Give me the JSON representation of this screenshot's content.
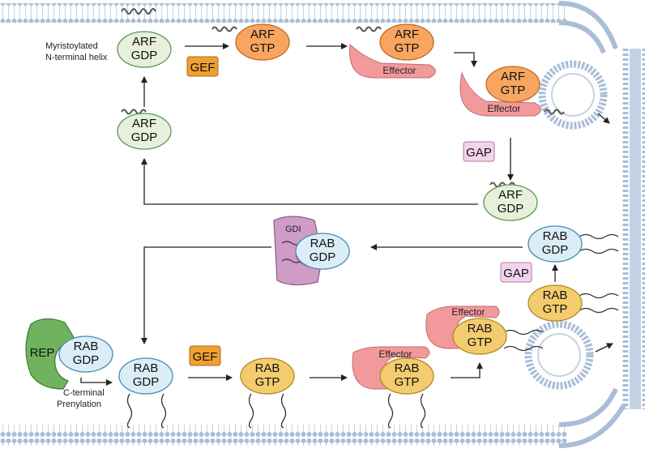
{
  "arf": {
    "gdp_top": [
      "ARF",
      "GDP"
    ],
    "gtp_top": [
      "ARF",
      "GTP"
    ],
    "gtp_effector": [
      "ARF",
      "GTP"
    ],
    "gtp_vesicle": [
      "ARF",
      "GTP"
    ],
    "gdp_left": [
      "ARF",
      "GDP"
    ],
    "gdp_right": [
      "ARF",
      "GDP"
    ],
    "helix_label": [
      "Myristoylated",
      "N-terminal helix"
    ]
  },
  "rab": {
    "gdi_bound": [
      "RAB",
      "GDP"
    ],
    "rep_bound": [
      "RAB",
      "GDP"
    ],
    "gdp_membrane": [
      "RAB",
      "GDP"
    ],
    "gtp_membrane": [
      "RAB",
      "GTP"
    ],
    "gtp_effector": [
      "RAB",
      "GTP"
    ],
    "gtp_vesicle": [
      "RAB",
      "GTP"
    ],
    "gdp_right": [
      "RAB",
      "GDP"
    ],
    "gtp_right": [
      "RAB",
      "GTP"
    ],
    "prenylation_label": [
      "C-terminal",
      "Prenylation"
    ]
  },
  "labels": {
    "gef": "GEF",
    "gap": "GAP",
    "gdi": "GDI",
    "rep": "REP",
    "effector": "Effector"
  },
  "colors": {
    "gdp_green": "#e6f0dc",
    "gtp_orange": "#f7a560",
    "rab_gdp_blue": "#dbeef7",
    "rab_gtp_yellow": "#f2cc6e",
    "effector_pink": "#f2999c",
    "gef_orange": "#f0a030",
    "gap_pink": "#f3d3ec",
    "gdi_purple": "#cf9cc8",
    "rep_green": "#6fb35f",
    "membrane": "#aabdd8"
  }
}
